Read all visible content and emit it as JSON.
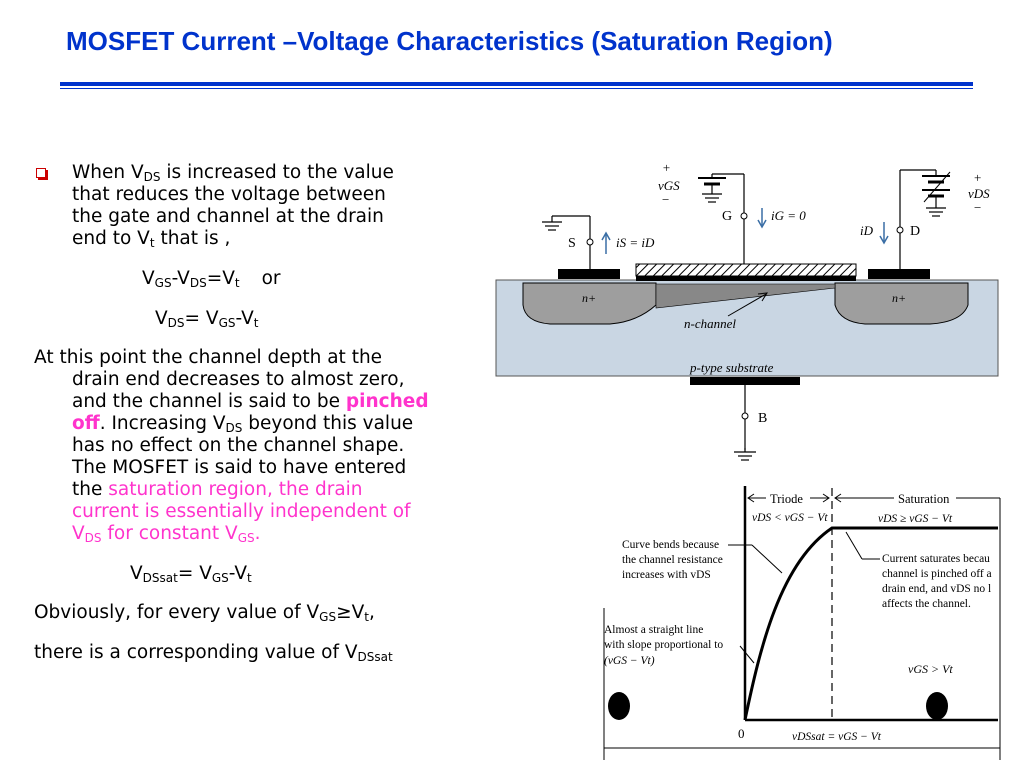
{
  "title": "MOSFET Current –Voltage Characteristics (Saturation Region)",
  "bullet": {
    "line1_a": "When V",
    "line1_sub": "DS",
    "line1_b": " is increased to the value",
    "line2": "that reduces the voltage between",
    "line3": "the gate and channel at the drain",
    "line4_a": "end to V",
    "line4_sub": "t",
    "line4_b": " that is ,"
  },
  "eq1": {
    "v1": "V",
    "s1": "GS",
    "m": "-V",
    "s2": "DS",
    "e": "=V",
    "s3": "t",
    "or": "or"
  },
  "eq2": {
    "v1": "V",
    "s1": "DS",
    "m": "= V",
    "s2": "GS",
    "e": "-V",
    "s3": "t"
  },
  "para": {
    "l1": "At this point the channel depth at the",
    "l2": "drain end decreases to almost zero,",
    "l3_a": "and the channel is said to be ",
    "l3_pink": "pinched",
    "l4_pink": "off",
    "l4_a": ". Increasing V",
    "l4_sub": "DS",
    "l4_b": " beyond this value",
    "l5": "has no effect on the channel shape.",
    "l6": "The MOSFET is said to have entered",
    "l7_a": "the ",
    "l7_pink": "saturation region, the drain",
    "l8_pink": "current is essentially independent of",
    "l9_v": "V",
    "l9_sub": "DS",
    "l9_a": " for constant V",
    "l9_sub2": "GS",
    "l9_dot": "."
  },
  "eq3": {
    "v1": "V",
    "s1": "DSsat",
    "m": "= V",
    "s2": "GS",
    "e": "-V",
    "s3": "t"
  },
  "obviously": {
    "a": "Obviously, for every value of  V",
    "sub": "GS",
    "b": "≥V",
    "sub2": "t",
    "c": ","
  },
  "there": {
    "a": "there is a corresponding  value of V",
    "sub": "DSsat"
  },
  "diagram": {
    "plus1": "+",
    "vgs": "vGS",
    "minus1": "−",
    "plus2": "+",
    "vds": "vDS",
    "minus2": "−",
    "g": "G",
    "ig": "iG = 0",
    "s": "S",
    "is": "iS = iD",
    "id": "iD",
    "d": "D",
    "nplus": "n+",
    "nchannel": "n-channel",
    "substrate": "p-type substrate",
    "b": "B"
  },
  "graph": {
    "triode": "Triode",
    "saturation": "Saturation",
    "triode_cond": "vDS < vGS − Vt",
    "sat_cond": "vDS ≥ vGS − Vt",
    "bend1": "Curve bends because",
    "bend2": "the channel resistance",
    "bend3": "increases with vDS",
    "cur1": "Current saturates becau",
    "cur2": "channel is pinched off a",
    "cur3": "drain end, and vDS no l",
    "cur4": "affects the channel.",
    "str1": "Almost a straight line",
    "str2": "with slope proportional to",
    "str3": "(vGS − Vt)",
    "vgsvt": "vGS > Vt",
    "zero": "0",
    "xlabel": "vDSsat = vGS − Vt"
  }
}
